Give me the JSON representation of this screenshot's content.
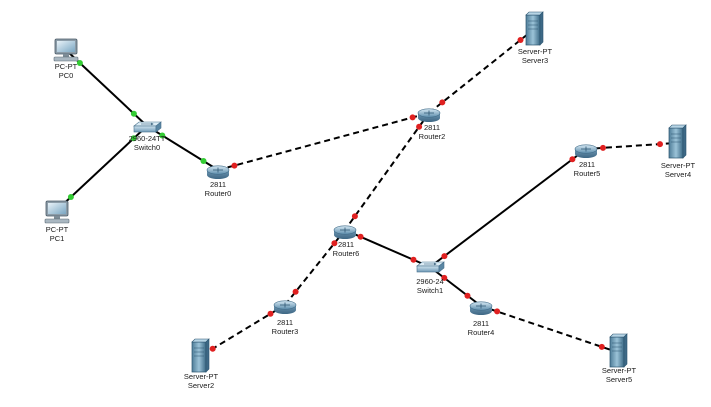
{
  "colors": {
    "port_up": "#33cc33",
    "port_down": "#e02020",
    "link": "#000000",
    "background": "#ffffff"
  },
  "devices": {
    "pc0": {
      "type": "pc",
      "model": "PC-PT",
      "name": "PC0"
    },
    "pc1": {
      "type": "pc",
      "model": "PC-PT",
      "name": "PC1"
    },
    "switch0": {
      "type": "switch",
      "model": "2960-24TT",
      "name": "Switch0"
    },
    "switch1": {
      "type": "switch",
      "model": "2960-24",
      "name": "Switch1"
    },
    "router0": {
      "type": "router",
      "model": "2811",
      "name": "Router0"
    },
    "router2": {
      "type": "router",
      "model": "2811",
      "name": "Router2"
    },
    "router3": {
      "type": "router",
      "model": "2811",
      "name": "Router3"
    },
    "router4": {
      "type": "router",
      "model": "2811",
      "name": "Router4"
    },
    "router5": {
      "type": "router",
      "model": "2811",
      "name": "Router5"
    },
    "router6": {
      "type": "router",
      "model": "2811",
      "name": "Router6"
    },
    "server2": {
      "type": "server",
      "model": "Server-PT",
      "name": "Server2"
    },
    "server3": {
      "type": "server",
      "model": "Server-PT",
      "name": "Server3"
    },
    "server4": {
      "type": "server",
      "model": "Server-PT",
      "name": "Server4"
    },
    "server5": {
      "type": "server",
      "model": "Server-PT",
      "name": "Server5"
    }
  },
  "links": [
    {
      "from": "pc0",
      "to": "switch0",
      "cable": "copper-straight",
      "status": [
        "up",
        "up"
      ]
    },
    {
      "from": "pc1",
      "to": "switch0",
      "cable": "copper-straight",
      "status": [
        "up",
        "up"
      ]
    },
    {
      "from": "switch0",
      "to": "router0",
      "cable": "copper-straight",
      "status": [
        "up",
        "up"
      ]
    },
    {
      "from": "router0",
      "to": "router2",
      "cable": "serial",
      "status": [
        "down",
        "down"
      ]
    },
    {
      "from": "router2",
      "to": "server3",
      "cable": "serial",
      "status": [
        "down",
        "down"
      ]
    },
    {
      "from": "router2",
      "to": "router6",
      "cable": "serial",
      "status": [
        "down",
        "down"
      ]
    },
    {
      "from": "router6",
      "to": "switch1",
      "cable": "copper-straight",
      "status": [
        "down",
        "down"
      ]
    },
    {
      "from": "router6",
      "to": "router3",
      "cable": "serial",
      "status": [
        "down",
        "down"
      ]
    },
    {
      "from": "router3",
      "to": "server2",
      "cable": "serial",
      "status": [
        "down",
        "down"
      ]
    },
    {
      "from": "switch1",
      "to": "router5",
      "cable": "copper-straight",
      "status": [
        "down",
        "down"
      ]
    },
    {
      "from": "router5",
      "to": "server4",
      "cable": "serial",
      "status": [
        "down",
        "down"
      ]
    },
    {
      "from": "switch1",
      "to": "router4",
      "cable": "copper-straight",
      "status": [
        "down",
        "down"
      ]
    },
    {
      "from": "router4",
      "to": "server5",
      "cable": "serial",
      "status": [
        "down",
        "down"
      ]
    }
  ]
}
